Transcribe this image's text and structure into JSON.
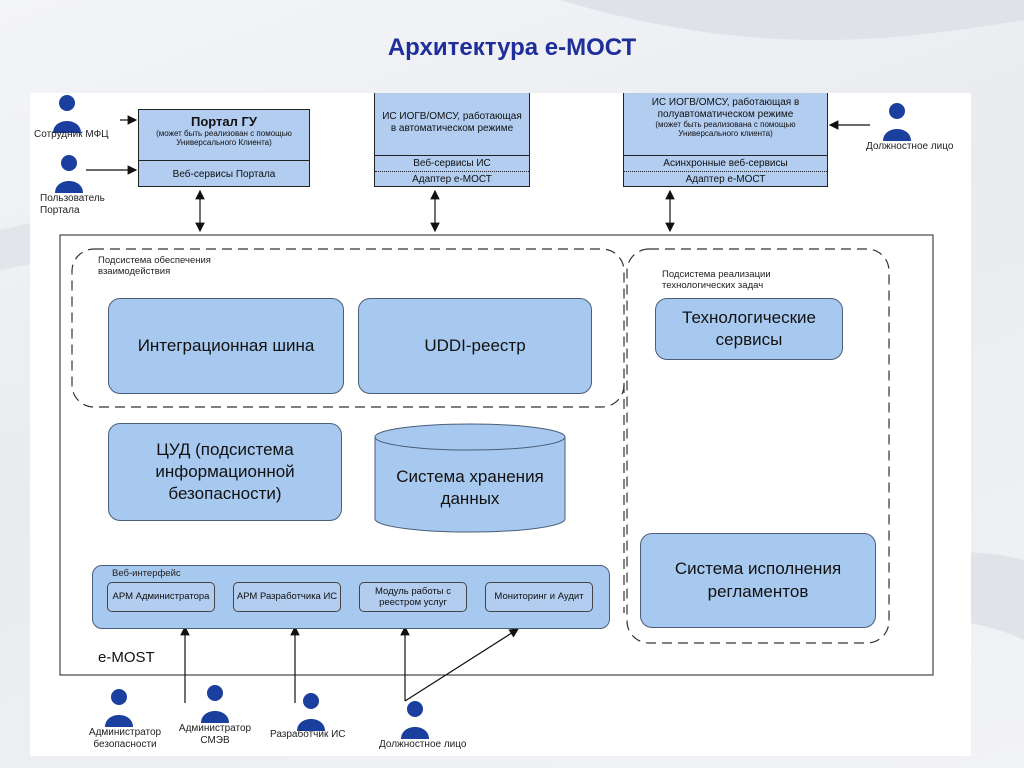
{
  "title": "Архитектура  е-МОСТ",
  "actors": {
    "mfc_employee": "Сотрудник МФЦ",
    "portal_user": "Пользователь Портала",
    "official_top": "Должностное лицо",
    "security_admin": "Администратор безопасности",
    "smev_admin": "Администратор СМЭВ",
    "developer": "Разработчик ИС",
    "official_bottom": "Должностное лицо"
  },
  "portal": {
    "title": "Портал ГУ",
    "note": "(может быть реализован с помощью Универсального Клиента)",
    "services": "Веб-сервисы Портала"
  },
  "is_auto": {
    "title": "ИС ИОГВ/ОМСУ, работающая в автоматическом режиме",
    "services": "Веб-сервисы ИС",
    "adapter": "Адаптер е-МОСТ"
  },
  "is_semi": {
    "title": "ИС ИОГВ/ОМСУ, работающая в полуавтоматическом режиме",
    "note": "(может быть реализована с помощью Универсального клиента)",
    "services": "Асинхронные веб-сервисы",
    "adapter": "Адаптер е-МОСТ"
  },
  "interaction_subsystem": {
    "label": "Подсистема обеспечения взаимодействия",
    "integration_bus": "Интеграционная шина",
    "uddi": "UDDI-реестр"
  },
  "tech_subsystem": {
    "label": "Подсистема реализации технологических задач",
    "tech_services": "Технологические сервисы",
    "regulations": "Система исполнения регламентов"
  },
  "cud": "ЦУД (подсистема информационной безопасности)",
  "storage": "Система хранения данных",
  "web_interface": {
    "label": "Веб-интерфейс",
    "modules": [
      "АРМ Администратора",
      "АРМ Разработчика ИС",
      "Модуль работы с реестром услуг",
      "Мониторинг и Аудит"
    ]
  },
  "system_name": "e-MOST",
  "colors": {
    "title": "#1f2f9a",
    "box_fill": "#a7c9ef",
    "person": "#1b3f9e"
  }
}
